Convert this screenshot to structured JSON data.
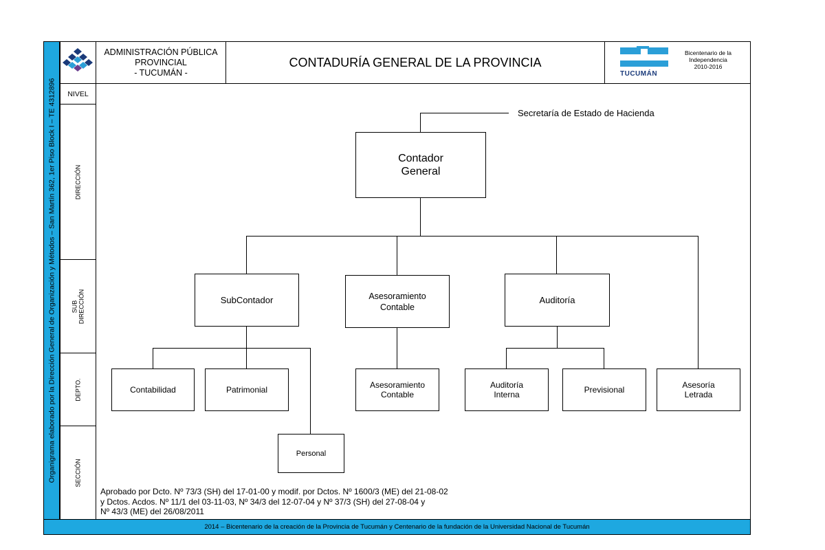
{
  "sidebar": {
    "text": "Organigrama elaborado por la Dirección General de Organización y Métodos – San Martín 362, 1er Piso Block I – TE 4312896"
  },
  "header": {
    "admin": "ADMINISTRACIÓN PÚBLICA\nPROVINCIAL\n- TUCUMÁN -",
    "title": "CONTADURÍA GENERAL DE LA PROVINCIA",
    "bicentenario": "Bicentenario de la\nIndependencia\n2010-2016",
    "tucuman_logo_text": "TUCUMÁN"
  },
  "levels": {
    "nivel": "NIVEL",
    "direccion": "DIRECCIÓN",
    "subdireccion": "SUB\nDIRECCIÓN",
    "depto": "DEPTO.",
    "seccion": "SECCIÓN"
  },
  "org": {
    "secretaria": "Secretaría de Estado de Hacienda",
    "contador_general": "Contador\nGeneral",
    "subcontador": "SubContador",
    "asesoramiento_contable_sub": "Asesoramiento\nContable",
    "auditoria": "Auditoría",
    "contabilidad": "Contabilidad",
    "patrimonial": "Patrimonial",
    "asesoramiento_contable_depto": "Asesoramiento\nContable",
    "auditoria_interna": "Auditoría\nInterna",
    "previsional": "Previsional",
    "asesoria_letrada": "Asesoría\nLetrada",
    "personal": "Personal"
  },
  "approval": "Aprobado por Dcto. Nº 73/3 (SH) del 17-01-00 y modif. por Dctos. Nº 1600/3 (ME) del 21-08-02\ny Dctos. Acdos. Nº 11/1 del 03-11-03, Nº 34/3 del 12-07-04 y Nº 37/3 (SH) del 27-08-04 y\nNº 43/3 (ME) del 26/08/2011",
  "footer": "2014 – Bicentenario de la creación de la Provincia de Tucumán y Centenario de la fundación de la Universidad Nacional de Tucumán",
  "colors": {
    "accent": "#1ea8e0",
    "logo_dark": "#1a3a7a",
    "logo_light": "#2b9fd8"
  }
}
